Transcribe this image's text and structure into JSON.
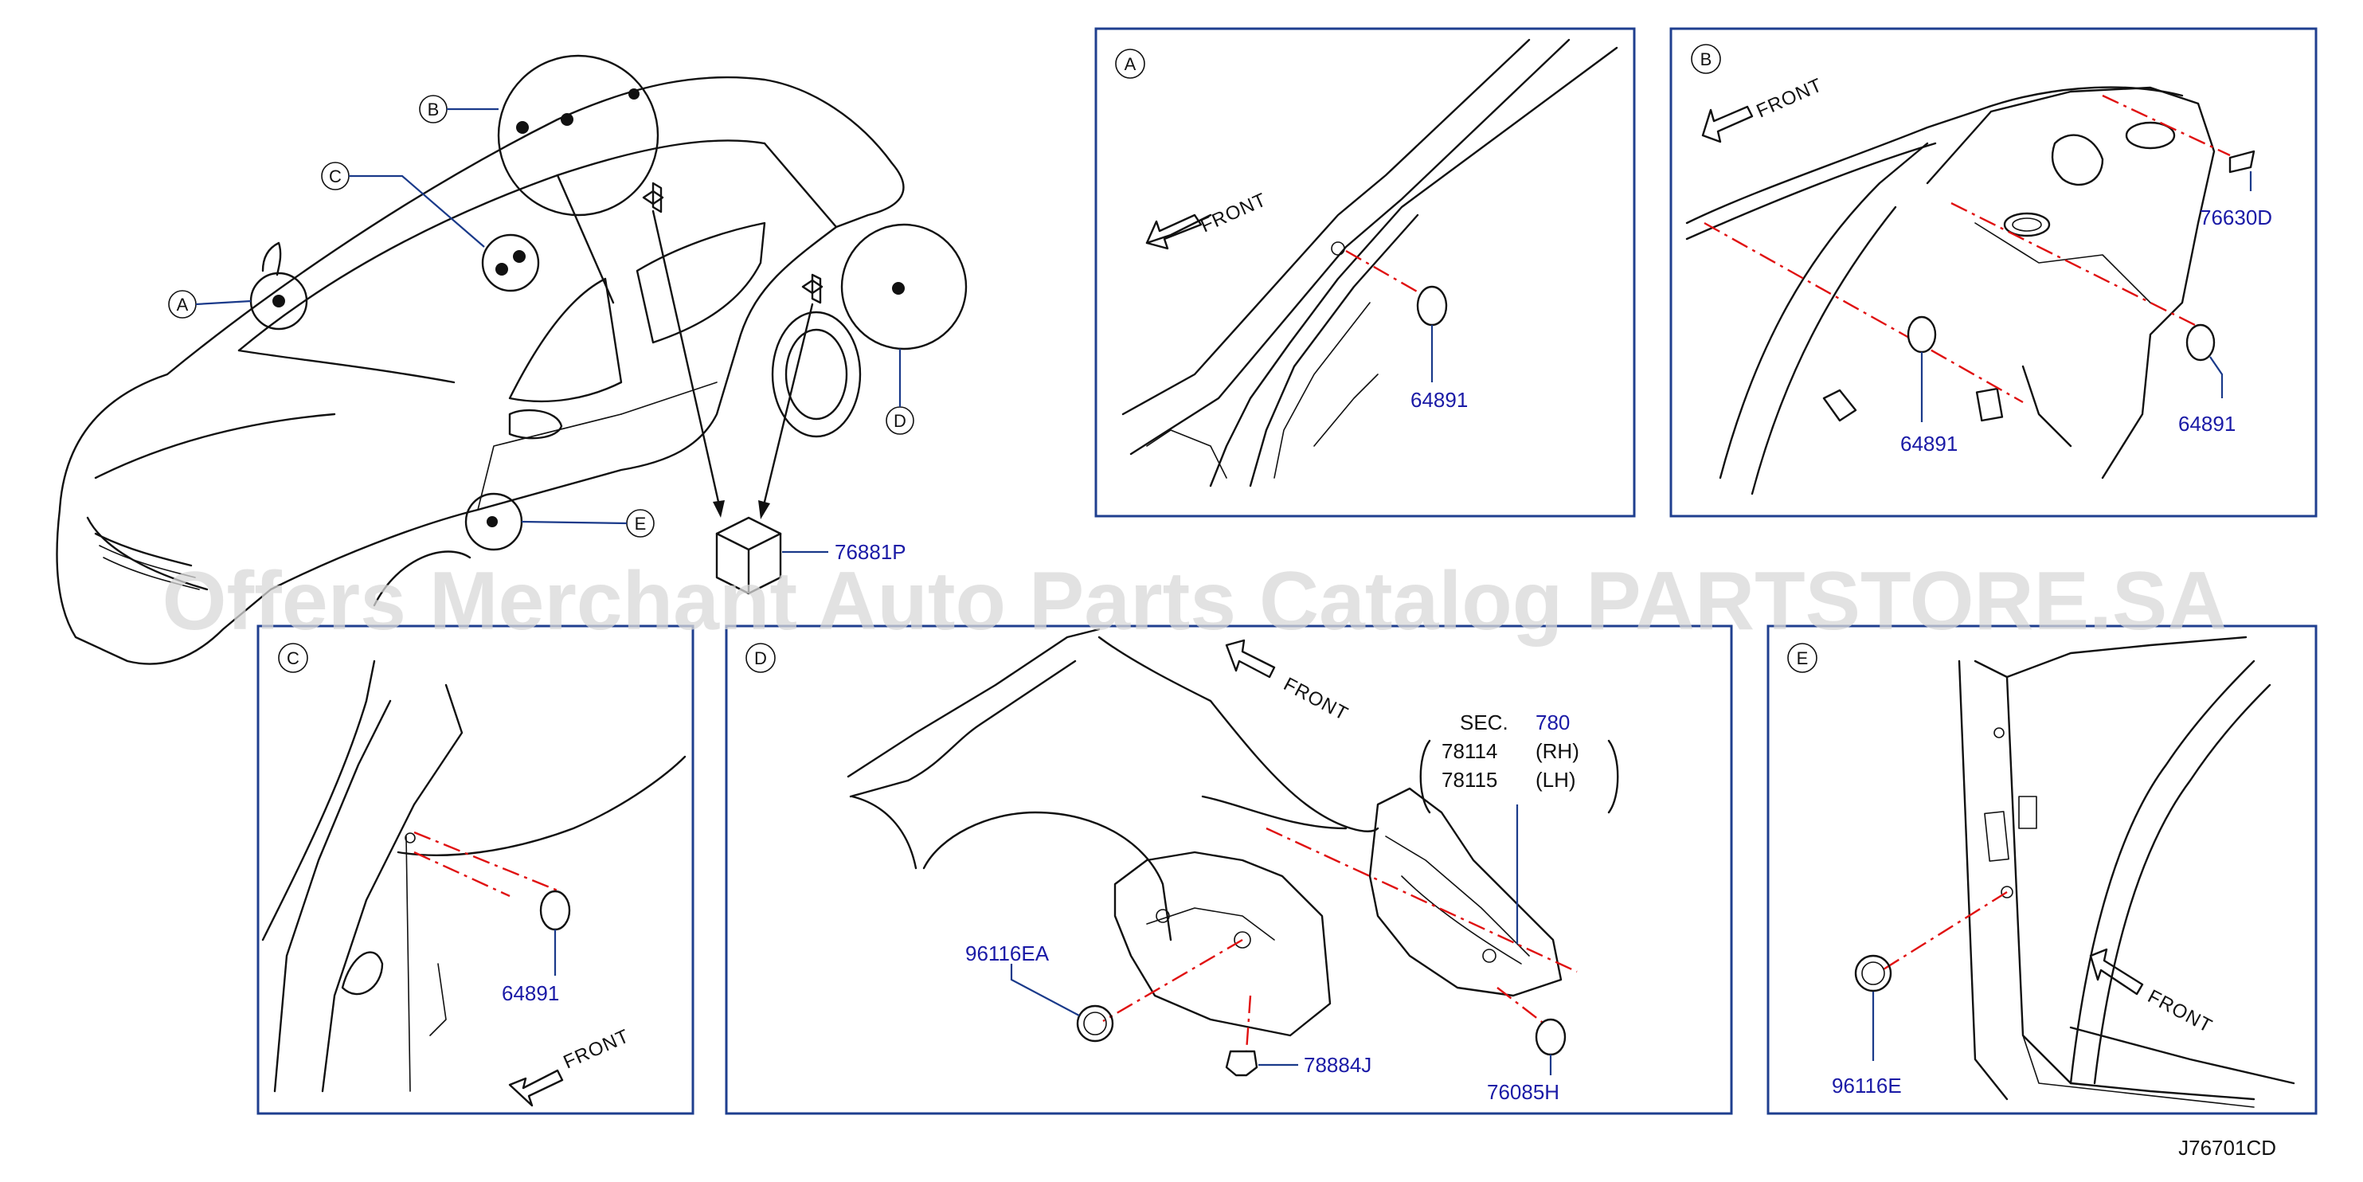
{
  "watermark": "Offers Merchant Auto Parts Catalog PARTSTORE.SA",
  "diagram_id": "J76701CD",
  "front_label": "FRONT",
  "overview": {
    "markers": [
      "A",
      "B",
      "C",
      "D",
      "E"
    ],
    "part": "76881P"
  },
  "panels": [
    {
      "letter": "A",
      "parts": [
        "64891"
      ]
    },
    {
      "letter": "B",
      "parts": [
        "76630D",
        "64891",
        "64891"
      ]
    },
    {
      "letter": "C",
      "parts": [
        "64891"
      ]
    },
    {
      "letter": "D",
      "parts": [
        "96116EA",
        "78884J",
        "76085H"
      ],
      "section_ref": {
        "prefix": "SEC.",
        "number": "780",
        "items": [
          {
            "code": "78114",
            "side": "(RH)"
          },
          {
            "code": "78115",
            "side": "(LH)"
          }
        ]
      }
    },
    {
      "letter": "E",
      "parts": [
        "96116E"
      ]
    }
  ],
  "colors": {
    "callout": "#1a1aa6",
    "leader": "#1a3a8a",
    "panel_border": "#1f3f8f",
    "centerline": "#e01010"
  }
}
